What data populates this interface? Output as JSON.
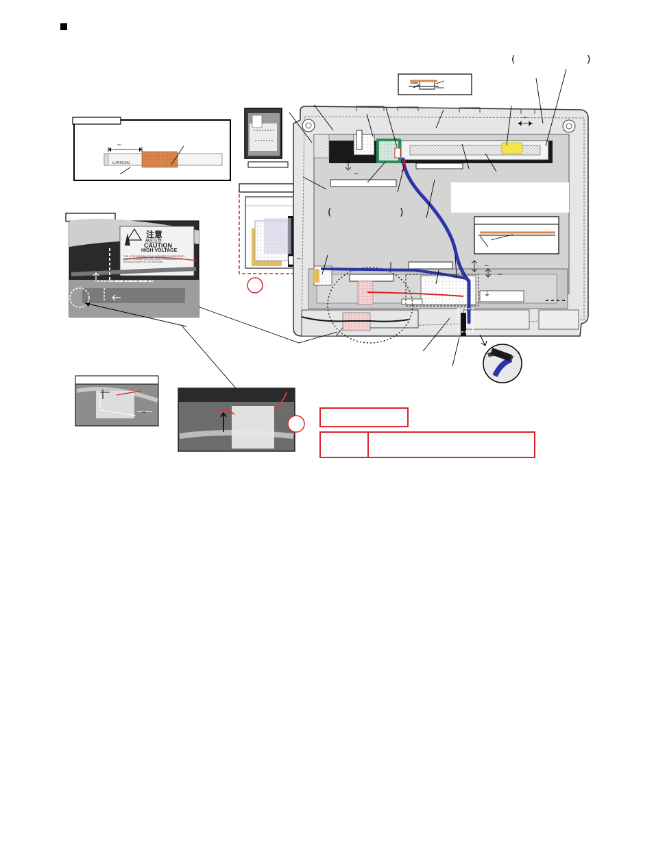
{
  "glyphs": {
    "paren_open_top": "(",
    "paren_close_top": ")",
    "tilde": "~",
    "paren_open_panel": "(",
    "paren_close_panel": ")",
    "ground_symbol": "⏚"
  },
  "photo_caution": {
    "line1": "注意",
    "line2": "高圧注意",
    "line3": "CAUTION",
    "line4": "HIGH VOLTAGE",
    "warning_text": "THE LCD CONTAINS COLD CATHODE FLUORESCENT LAMPS. PLEASE FOLLOW LOCAL ORDINANCES OR REGULATIONS FOR ITS DISPOSAL."
  },
  "lamp_label": "LUMIRUKU",
  "colors": {
    "cable_blue": "#2b35a8",
    "cable_red": "#e02020",
    "tape_orange": "#d9874a",
    "tape_yellow": "#f5e54a",
    "warning_red": "#d9222a",
    "frame_gray": "#bdbdbd",
    "panel_gray": "#d9d9d9"
  }
}
